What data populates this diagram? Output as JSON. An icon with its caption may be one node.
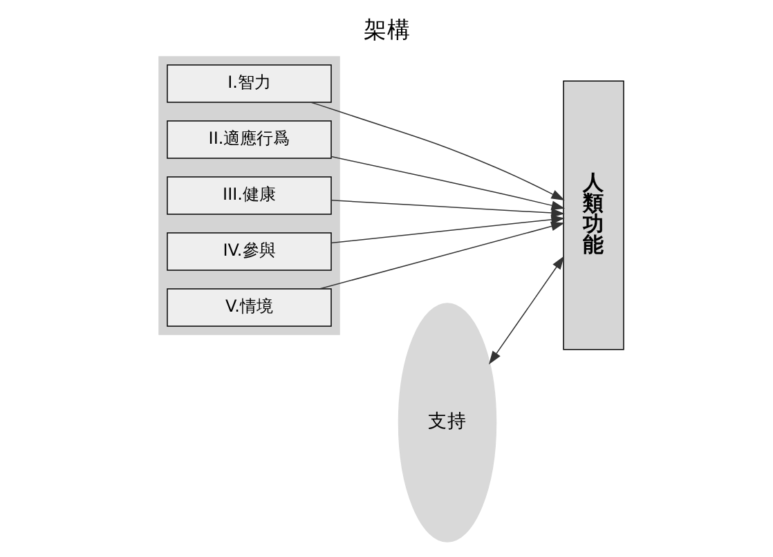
{
  "diagram": {
    "title": "架構",
    "nodes": [
      {
        "text": [],
        "shape": "box"
      },
      {
        "text": [
          "I.智力"
        ],
        "in": 0
      },
      {
        "text": [
          "II.適應行爲"
        ],
        "in": 0
      },
      {
        "text": [
          "III.健康"
        ],
        "in": 0
      },
      {
        "text": [
          "IV.參與"
        ],
        "in": 0
      },
      {
        "text": [
          "V.情境"
        ],
        "in": 0
      },
      {
        "text": [
          "支持"
        ]
      },
      {
        "text": [
          "人類功能"
        ]
      }
    ],
    "edges": [
      {
        "from": 1,
        "to": 7,
        "arrow": "to"
      },
      {
        "from": 2,
        "to": 7,
        "arrow": "to"
      },
      {
        "from": 3,
        "to": 7,
        "arrow": "to"
      },
      {
        "from": 6,
        "to": 7,
        "arrow": "both"
      },
      {
        "from": 4,
        "to": 7,
        "arrow": "to"
      },
      {
        "from": 5,
        "to": 7,
        "arrow": "to"
      }
    ]
  }
}
